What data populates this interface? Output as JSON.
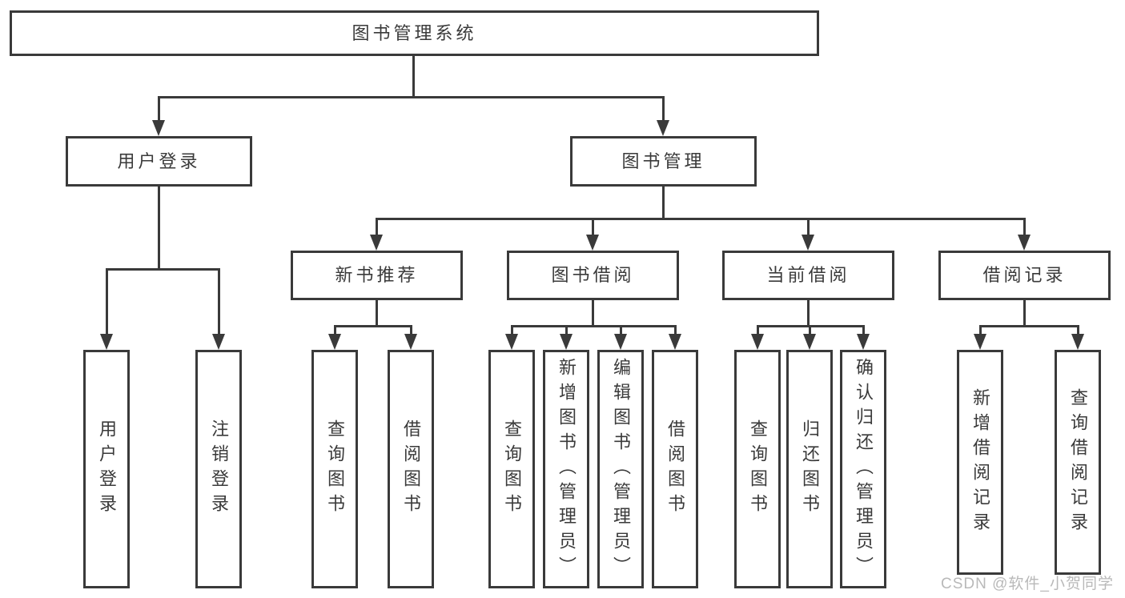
{
  "colors": {
    "line": "#3a3a3a",
    "text": "#3a3a3a",
    "watermark": "#b9b9b9",
    "background": "#ffffff"
  },
  "tree": {
    "label": "图书管理系统",
    "children": [
      {
        "label": "用户登录",
        "children": [
          {
            "label": "用户登录"
          },
          {
            "label": "注销登录"
          }
        ]
      },
      {
        "label": "图书管理",
        "children": [
          {
            "label": "新书推荐",
            "children": [
              {
                "label": "查询图书"
              },
              {
                "label": "借阅图书"
              }
            ]
          },
          {
            "label": "图书借阅",
            "children": [
              {
                "label": "查询图书"
              },
              {
                "label": "新增图书（管理员）"
              },
              {
                "label": "编辑图书（管理员）"
              },
              {
                "label": "借阅图书"
              }
            ]
          },
          {
            "label": "当前借阅",
            "children": [
              {
                "label": "查询图书"
              },
              {
                "label": "归还图书"
              },
              {
                "label": "确认归还（管理员）"
              }
            ]
          },
          {
            "label": "借阅记录",
            "children": [
              {
                "label": "新增借阅记录"
              },
              {
                "label": "查询借阅记录"
              }
            ]
          }
        ]
      }
    ]
  },
  "watermark": "CSDN @软件_小贺同学"
}
